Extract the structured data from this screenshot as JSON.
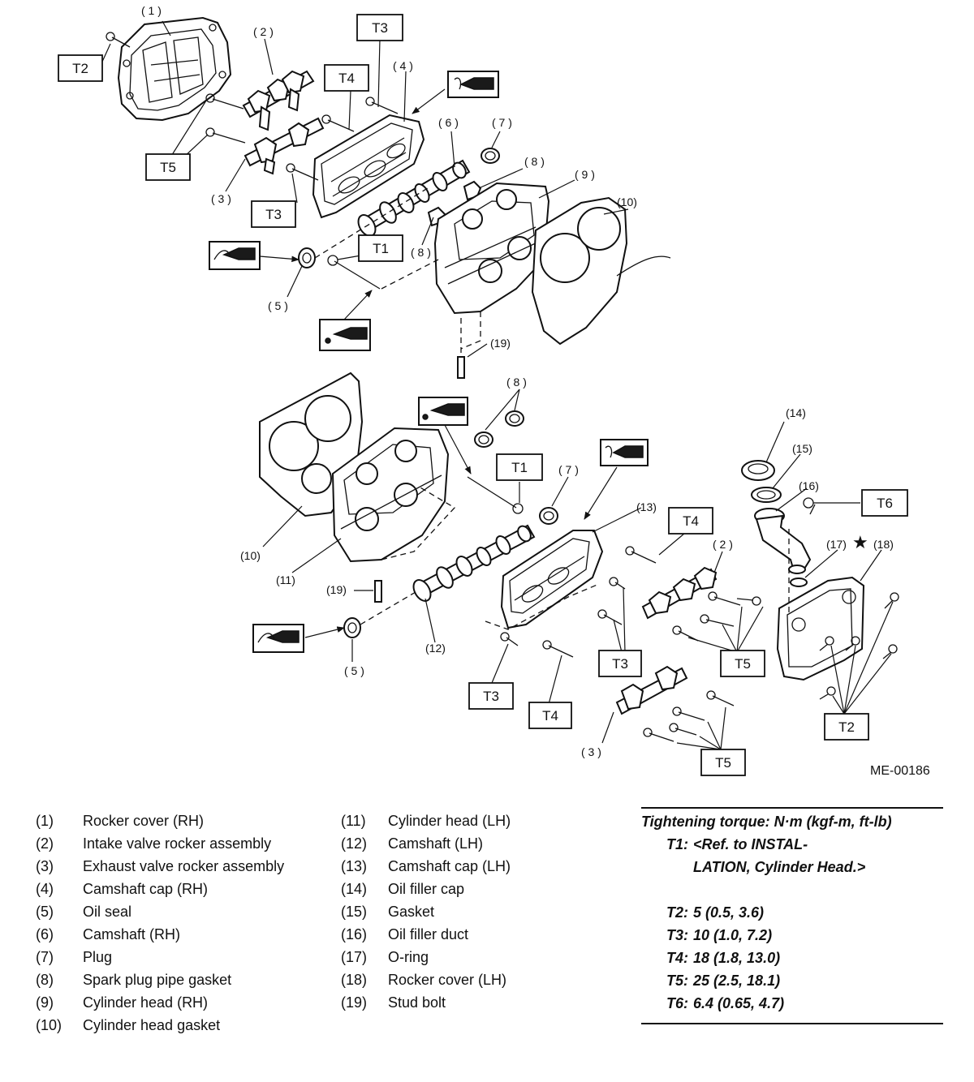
{
  "figure_code": "ME-00186",
  "callouts": {
    "c1": "( 1 )",
    "c2a": "( 2 )",
    "c2b": "( 2 )",
    "c3a": "( 3 )",
    "c3b": "( 3 )",
    "c4": "( 4 )",
    "c5a": "( 5 )",
    "c5b": "( 5 )",
    "c6": "( 6 )",
    "c7a": "( 7 )",
    "c7b": "( 7 )",
    "c8a": "( 8 )",
    "c8b": "( 8 )",
    "c8c": "( 8 )",
    "c9": "( 9 )",
    "c10a": "(10)",
    "c10b": "(10)",
    "c11": "(11)",
    "c12": "(12)",
    "c13": "(13)",
    "c14": "(14)",
    "c15": "(15)",
    "c16": "(16)",
    "c17": "(17)",
    "c18": "(18)",
    "c19a": "(19)",
    "c19b": "(19)"
  },
  "torque_tags": {
    "t1a": "T1",
    "t1b": "T1",
    "t2a": "T2",
    "t2b": "T2",
    "t3a": "T3",
    "t3b": "T3",
    "t3c": "T3",
    "t3d": "T3",
    "t4a": "T4",
    "t4b": "T4",
    "t4c": "T4",
    "t5a": "T5",
    "t5b": "T5",
    "t5c": "T5",
    "t6": "T6"
  },
  "legend_left": [
    {
      "num": "(1)",
      "label": "Rocker cover (RH)"
    },
    {
      "num": "(2)",
      "label": "Intake valve rocker assembly"
    },
    {
      "num": "(3)",
      "label": "Exhaust valve rocker assembly"
    },
    {
      "num": "(4)",
      "label": "Camshaft cap (RH)"
    },
    {
      "num": "(5)",
      "label": "Oil seal"
    },
    {
      "num": "(6)",
      "label": "Camshaft (RH)"
    },
    {
      "num": "(7)",
      "label": "Plug"
    },
    {
      "num": "(8)",
      "label": "Spark plug pipe gasket"
    },
    {
      "num": "(9)",
      "label": "Cylinder head (RH)"
    },
    {
      "num": "(10)",
      "label": "Cylinder head gasket"
    }
  ],
  "legend_right": [
    {
      "num": "(11)",
      "label": "Cylinder head (LH)"
    },
    {
      "num": "(12)",
      "label": "Camshaft (LH)"
    },
    {
      "num": "(13)",
      "label": "Camshaft cap (LH)"
    },
    {
      "num": "(14)",
      "label": "Oil filler cap"
    },
    {
      "num": "(15)",
      "label": "Gasket"
    },
    {
      "num": "(16)",
      "label": "Oil filler duct"
    },
    {
      "num": "(17)",
      "label": "O-ring"
    },
    {
      "num": "(18)",
      "label": "Rocker cover (LH)"
    },
    {
      "num": "(19)",
      "label": "Stud bolt"
    }
  ],
  "torque": {
    "heading": "Tightening torque: N·m (kgf-m, ft-lb)",
    "t1_key": "T1:",
    "t1_line1": "<Ref. to INSTAL-",
    "t1_line2": "LATION, Cylinder Head.>",
    "rows": [
      {
        "key": "T2:",
        "value": "5 (0.5, 3.6)"
      },
      {
        "key": "T3:",
        "value": "10 (1.0, 7.2)"
      },
      {
        "key": "T4:",
        "value": "18 (1.8, 13.0)"
      },
      {
        "key": "T5:",
        "value": "25 (2.5, 18.1)"
      },
      {
        "key": "T6:",
        "value": "6.4 (0.65, 4.7)"
      }
    ]
  }
}
